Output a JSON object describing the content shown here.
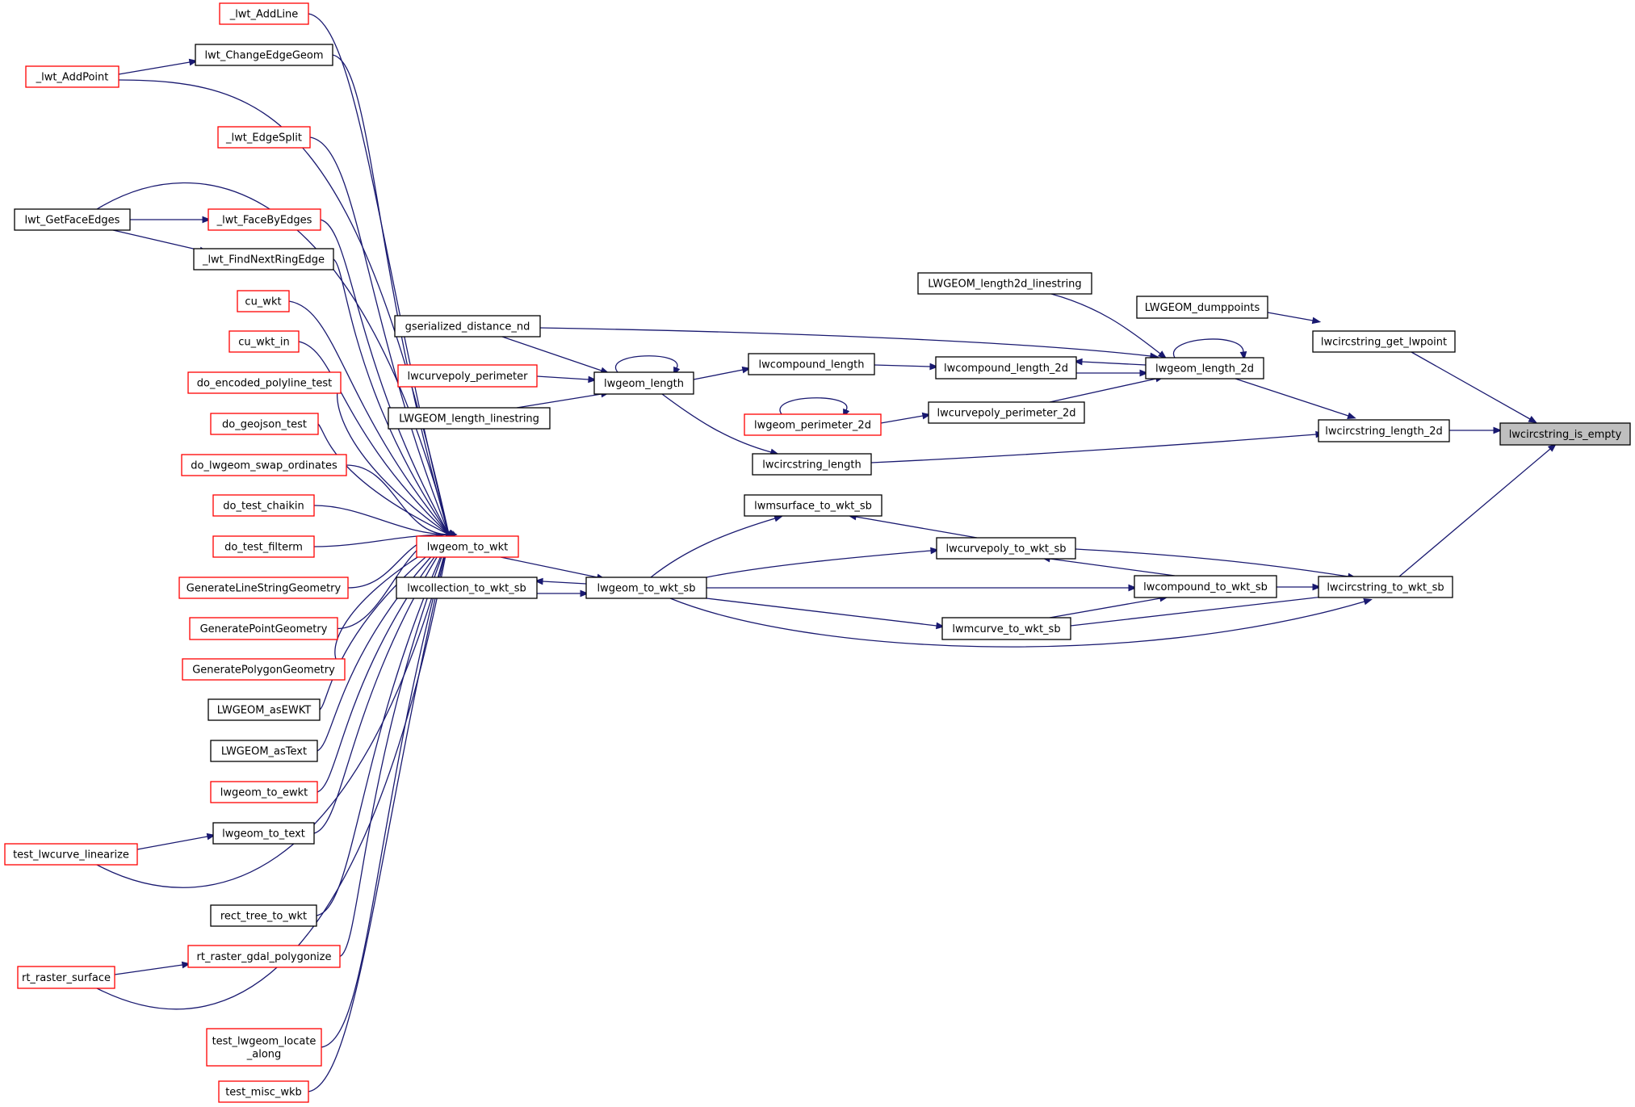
{
  "graph": {
    "type": "doxygen-caller-graph",
    "colors": {
      "edge": "#191970",
      "border_plain": "#000000",
      "border_truncated": "#ff0000",
      "focus_fill": "#bfbfbf"
    },
    "nodes": [
      {
        "id": "n_is_empty",
        "label": "lwcircstring_is_empty",
        "style": "focus"
      },
      {
        "id": "n_get_lwpoint",
        "label": "lwcircstring_get_lwpoint",
        "style": "plain"
      },
      {
        "id": "n_circ_length_2d",
        "label": "lwcircstring_length_2d",
        "style": "plain"
      },
      {
        "id": "n_circ_to_wkt_sb",
        "label": "lwcircstring_to_wkt_sb",
        "style": "plain"
      },
      {
        "id": "n_dumppoints",
        "label": "LWGEOM_dumppoints",
        "style": "plain"
      },
      {
        "id": "n_length2d_ls",
        "label": "LWGEOM_length2d_linestring",
        "style": "plain"
      },
      {
        "id": "n_lwgeom_length_2d",
        "label": "lwgeom_length_2d",
        "style": "plain"
      },
      {
        "id": "n_compound_length_2d",
        "label": "lwcompound_length_2d",
        "style": "plain"
      },
      {
        "id": "n_curvepoly_perim_2d",
        "label": "lwcurvepoly_perimeter_2d",
        "style": "plain"
      },
      {
        "id": "n_circ_length",
        "label": "lwcircstring_length",
        "style": "plain"
      },
      {
        "id": "n_compound_length",
        "label": "lwcompound_length",
        "style": "plain"
      },
      {
        "id": "n_perim_2d",
        "label": "lwgeom_perimeter_2d",
        "style": "red"
      },
      {
        "id": "n_gser_dist",
        "label": "gserialized_distance_nd",
        "style": "plain"
      },
      {
        "id": "n_lwgeom_length",
        "label": "lwgeom_length",
        "style": "plain"
      },
      {
        "id": "n_curvepoly_perim",
        "label": "lwcurvepoly_perimeter",
        "style": "red"
      },
      {
        "id": "n_length_ls",
        "label": "LWGEOM_length_linestring",
        "style": "plain"
      },
      {
        "id": "n_msurface",
        "label": "lwmsurface_to_wkt_sb",
        "style": "plain"
      },
      {
        "id": "n_curvepoly_wkt",
        "label": "lwcurvepoly_to_wkt_sb",
        "style": "plain"
      },
      {
        "id": "n_compound_wkt",
        "label": "lwcompound_to_wkt_sb",
        "style": "plain"
      },
      {
        "id": "n_mcurve_wkt",
        "label": "lwmcurve_to_wkt_sb",
        "style": "plain"
      },
      {
        "id": "n_geom_wkt_sb",
        "label": "lwgeom_to_wkt_sb",
        "style": "plain"
      },
      {
        "id": "n_coll_wkt",
        "label": "lwcollection_to_wkt_sb",
        "style": "plain"
      },
      {
        "id": "n_geom_wkt",
        "label": "lwgeom_to_wkt",
        "style": "red"
      },
      {
        "id": "c_addline",
        "label": "_lwt_AddLine",
        "style": "red"
      },
      {
        "id": "c_changeedge",
        "label": "lwt_ChangeEdgeGeom",
        "style": "plain"
      },
      {
        "id": "c_addpoint",
        "label": "_lwt_AddPoint",
        "style": "red"
      },
      {
        "id": "c_edgesplit",
        "label": "_lwt_EdgeSplit",
        "style": "red"
      },
      {
        "id": "c_getfaceedges",
        "label": "lwt_GetFaceEdges",
        "style": "plain"
      },
      {
        "id": "c_facebyedges",
        "label": "_lwt_FaceByEdges",
        "style": "red"
      },
      {
        "id": "c_findnext",
        "label": "_lwt_FindNextRingEdge",
        "style": "plain"
      },
      {
        "id": "c_cuwkt",
        "label": "cu_wkt",
        "style": "red"
      },
      {
        "id": "c_cuwktin",
        "label": "cu_wkt_in",
        "style": "red"
      },
      {
        "id": "c_encpoly",
        "label": "do_encoded_polyline_test",
        "style": "red"
      },
      {
        "id": "c_geojson",
        "label": "do_geojson_test",
        "style": "red"
      },
      {
        "id": "c_swap",
        "label": "do_lwgeom_swap_ordinates",
        "style": "red"
      },
      {
        "id": "c_chaikin",
        "label": "do_test_chaikin",
        "style": "red"
      },
      {
        "id": "c_filterm",
        "label": "do_test_filterm",
        "style": "red"
      },
      {
        "id": "c_genls",
        "label": "GenerateLineStringGeometry",
        "style": "red"
      },
      {
        "id": "c_genpt",
        "label": "GeneratePointGeometry",
        "style": "red"
      },
      {
        "id": "c_genpoly",
        "label": "GeneratePolygonGeometry",
        "style": "red"
      },
      {
        "id": "c_asewkt",
        "label": "LWGEOM_asEWKT",
        "style": "plain"
      },
      {
        "id": "c_astext",
        "label": "LWGEOM_asText",
        "style": "plain"
      },
      {
        "id": "c_toewkt",
        "label": "lwgeom_to_ewkt",
        "style": "red"
      },
      {
        "id": "c_totext",
        "label": "lwgeom_to_text",
        "style": "plain"
      },
      {
        "id": "c_linearize",
        "label": "test_lwcurve_linearize",
        "style": "red"
      },
      {
        "id": "c_recttree",
        "label": "rect_tree_to_wkt",
        "style": "plain"
      },
      {
        "id": "c_polygonize",
        "label": "rt_raster_gdal_polygonize",
        "style": "red"
      },
      {
        "id": "c_rsurface",
        "label": "rt_raster_surface",
        "style": "red"
      },
      {
        "id": "c_locate",
        "label": "test_lwgeom_locate\n_along",
        "style": "red"
      },
      {
        "id": "c_miscwkb",
        "label": "test_misc_wkb",
        "style": "red"
      }
    ],
    "edges": [
      {
        "from": "n_get_lwpoint",
        "to": "n_is_empty"
      },
      {
        "from": "n_circ_length_2d",
        "to": "n_is_empty"
      },
      {
        "from": "n_circ_to_wkt_sb",
        "to": "n_is_empty"
      },
      {
        "from": "n_dumppoints",
        "to": "n_get_lwpoint"
      },
      {
        "from": "n_lwgeom_length_2d",
        "to": "n_circ_length_2d"
      },
      {
        "from": "n_circ_length",
        "to": "n_circ_length_2d"
      },
      {
        "from": "n_length2d_ls",
        "to": "n_lwgeom_length_2d"
      },
      {
        "from": "n_lwgeom_length_2d",
        "to": "n_lwgeom_length_2d"
      },
      {
        "from": "n_gser_dist",
        "to": "n_lwgeom_length_2d"
      },
      {
        "from": "n_compound_length_2d",
        "to": "n_lwgeom_length_2d"
      },
      {
        "from": "n_lwgeom_length_2d",
        "to": "n_compound_length_2d"
      },
      {
        "from": "n_curvepoly_perim_2d",
        "to": "n_lwgeom_length_2d"
      },
      {
        "from": "n_compound_length",
        "to": "n_compound_length_2d"
      },
      {
        "from": "n_perim_2d",
        "to": "n_curvepoly_perim_2d"
      },
      {
        "from": "n_perim_2d",
        "to": "n_perim_2d"
      },
      {
        "from": "n_lwgeom_length",
        "to": "n_compound_length"
      },
      {
        "from": "n_lwgeom_length",
        "to": "n_circ_length"
      },
      {
        "from": "n_lwgeom_length",
        "to": "n_lwgeom_length"
      },
      {
        "from": "n_gser_dist",
        "to": "n_lwgeom_length"
      },
      {
        "from": "n_curvepoly_perim",
        "to": "n_lwgeom_length"
      },
      {
        "from": "n_length_ls",
        "to": "n_lwgeom_length"
      },
      {
        "from": "n_curvepoly_wkt",
        "to": "n_circ_to_wkt_sb"
      },
      {
        "from": "n_compound_wkt",
        "to": "n_circ_to_wkt_sb"
      },
      {
        "from": "n_mcurve_wkt",
        "to": "n_circ_to_wkt_sb"
      },
      {
        "from": "n_geom_wkt_sb",
        "to": "n_circ_to_wkt_sb"
      },
      {
        "from": "n_curvepoly_wkt",
        "to": "n_msurface"
      },
      {
        "from": "n_compound_wkt",
        "to": "n_curvepoly_wkt"
      },
      {
        "from": "n_geom_wkt_sb",
        "to": "n_curvepoly_wkt"
      },
      {
        "from": "n_geom_wkt_sb",
        "to": "n_compound_wkt"
      },
      {
        "from": "n_mcurve_wkt",
        "to": "n_compound_wkt"
      },
      {
        "from": "n_geom_wkt_sb",
        "to": "n_mcurve_wkt"
      },
      {
        "from": "n_geom_wkt_sb",
        "to": "n_msurface"
      },
      {
        "from": "n_coll_wkt",
        "to": "n_geom_wkt_sb"
      },
      {
        "from": "n_geom_wkt_sb",
        "to": "n_coll_wkt"
      },
      {
        "from": "n_geom_wkt",
        "to": "n_geom_wkt_sb"
      },
      {
        "from": "c_addline",
        "to": "n_geom_wkt"
      },
      {
        "from": "c_changeedge",
        "to": "n_geom_wkt"
      },
      {
        "from": "c_addpoint",
        "to": "n_geom_wkt"
      },
      {
        "from": "c_addpoint",
        "to": "c_changeedge"
      },
      {
        "from": "c_edgesplit",
        "to": "n_geom_wkt"
      },
      {
        "from": "c_getfaceedges",
        "to": "n_geom_wkt"
      },
      {
        "from": "c_getfaceedges",
        "to": "c_facebyedges"
      },
      {
        "from": "c_getfaceedges",
        "to": "c_findnext"
      },
      {
        "from": "c_facebyedges",
        "to": "n_geom_wkt"
      },
      {
        "from": "c_findnext",
        "to": "n_geom_wkt"
      },
      {
        "from": "c_cuwkt",
        "to": "n_geom_wkt"
      },
      {
        "from": "c_cuwktin",
        "to": "n_geom_wkt"
      },
      {
        "from": "c_encpoly",
        "to": "n_geom_wkt"
      },
      {
        "from": "c_geojson",
        "to": "n_geom_wkt"
      },
      {
        "from": "c_swap",
        "to": "n_geom_wkt"
      },
      {
        "from": "c_chaikin",
        "to": "n_geom_wkt"
      },
      {
        "from": "c_filterm",
        "to": "n_geom_wkt"
      },
      {
        "from": "c_genls",
        "to": "n_geom_wkt"
      },
      {
        "from": "c_genpt",
        "to": "n_geom_wkt"
      },
      {
        "from": "c_genpoly",
        "to": "n_geom_wkt"
      },
      {
        "from": "c_asewkt",
        "to": "n_geom_wkt"
      },
      {
        "from": "c_astext",
        "to": "n_geom_wkt"
      },
      {
        "from": "c_toewkt",
        "to": "n_geom_wkt"
      },
      {
        "from": "c_totext",
        "to": "n_geom_wkt"
      },
      {
        "from": "c_linearize",
        "to": "c_totext"
      },
      {
        "from": "c_linearize",
        "to": "n_geom_wkt"
      },
      {
        "from": "c_recttree",
        "to": "n_geom_wkt"
      },
      {
        "from": "c_polygonize",
        "to": "n_geom_wkt"
      },
      {
        "from": "c_rsurface",
        "to": "c_polygonize"
      },
      {
        "from": "c_rsurface",
        "to": "n_geom_wkt"
      },
      {
        "from": "c_locate",
        "to": "n_geom_wkt"
      },
      {
        "from": "c_miscwkb",
        "to": "n_geom_wkt"
      }
    ]
  }
}
